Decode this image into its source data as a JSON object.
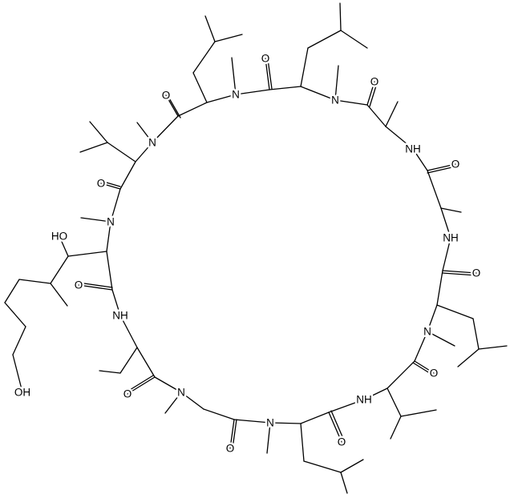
{
  "molecule": {
    "atom_labels": {
      "o_top": "O",
      "o_right1": "O",
      "o_right2": "O",
      "o_right3": "O",
      "o_right4": "O",
      "o_bottom1": "O",
      "o_bottom2": "O",
      "o_left1": "O",
      "o_left2": "O",
      "o_left3": "O",
      "o_left4": "O",
      "n_me_top1": "N",
      "n_me_top2": "N",
      "n_me_top3": "N",
      "nh_right1": "NH",
      "nh_right2": "NH",
      "n_me_right": "N",
      "nh_bottom": "NH",
      "n_me_bottom1": "N",
      "n_me_bottom2": "N",
      "n_me_left": "N",
      "nh_left": "NH",
      "ho_upper": "HO",
      "ho_terminal": "OH"
    },
    "colors": {
      "bond": "#000000",
      "label": "#000000",
      "background": "#ffffff"
    }
  }
}
